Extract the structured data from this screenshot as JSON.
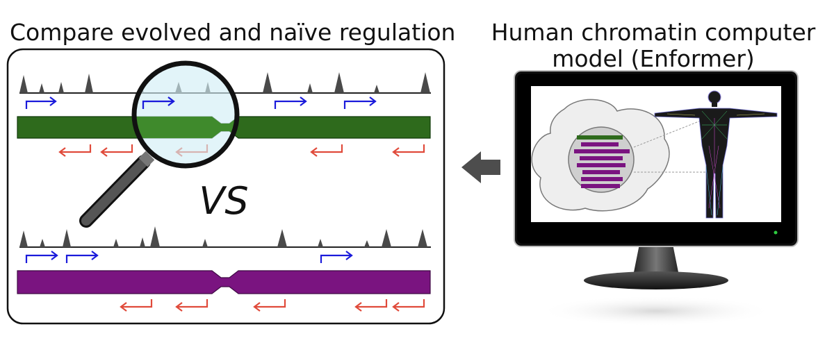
{
  "left_panel": {
    "title": "Compare evolved and naïve regulation",
    "vs_label": "VS",
    "evolved_track_color": "#2e6a1c",
    "naive_track_color": "#7a1480",
    "forward_arrow_color": "#1a1adb",
    "reverse_arrow_color": "#e04a3a",
    "magnifier_icon": "magnifying-glass-icon"
  },
  "right_panel": {
    "title": "Human chromatin computer model (Enformer)",
    "monitor_icon": "computer-monitor-icon",
    "cell_icon": "cell-nucleus-icon",
    "body_icon": "human-body-wireframe-icon"
  },
  "flow_arrow_icon": "left-arrow-icon"
}
